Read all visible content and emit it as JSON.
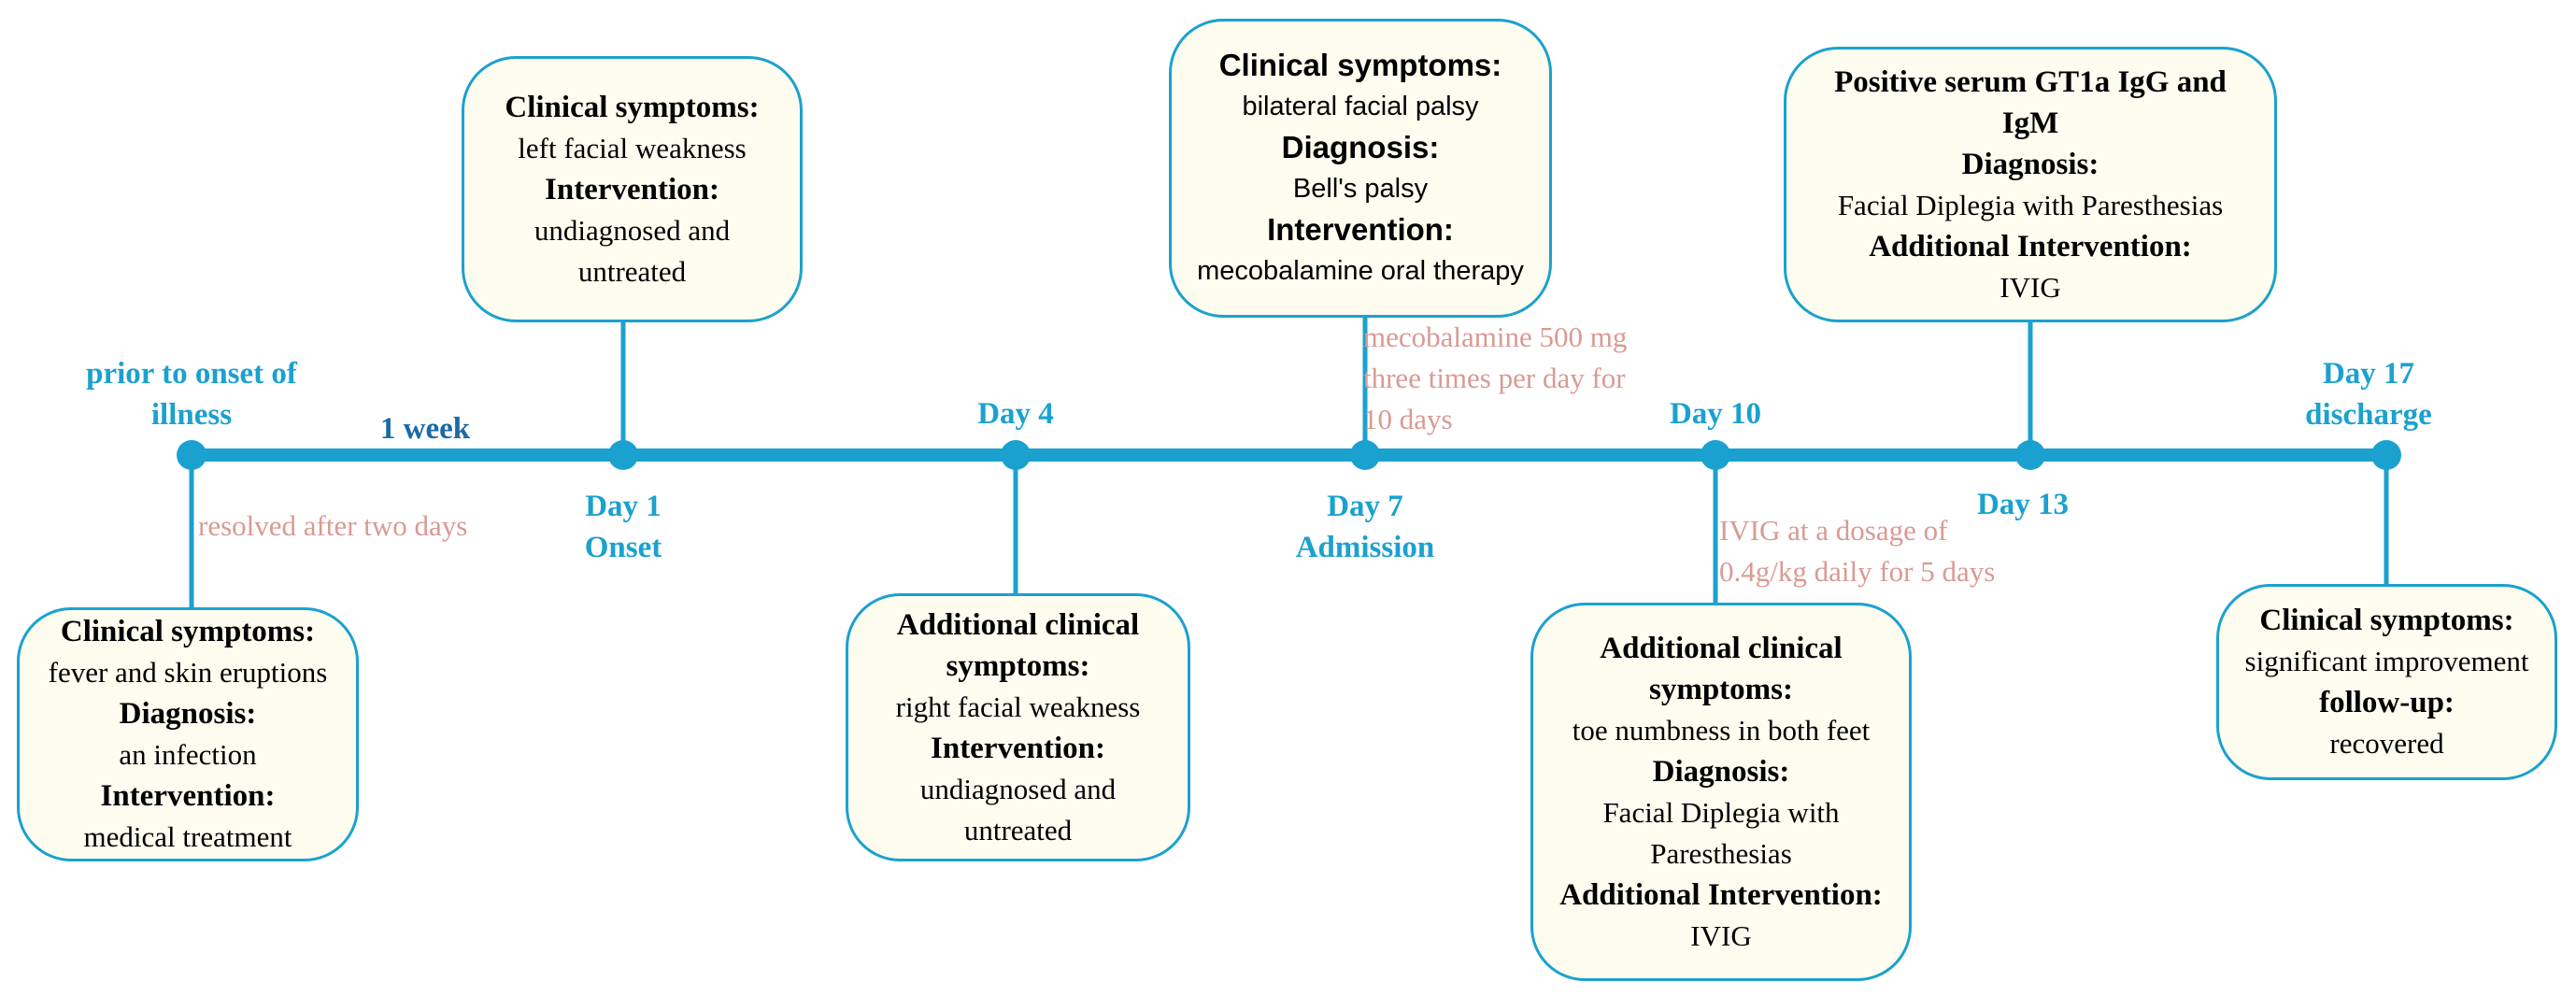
{
  "colors": {
    "timeline": "#1ba1cf",
    "label": "#1ba1cf",
    "label_dark": "#1a6aa6",
    "note": "#d99a93",
    "box_fill": "#fdfcef",
    "box_border": "#1ba1cf"
  },
  "timeline_points": [
    {
      "label_lines": [
        "prior to onset of",
        "illness"
      ]
    },
    {
      "label_lines": [
        "Day 1",
        "Onset"
      ]
    },
    {
      "label_lines": [
        "Day 4"
      ]
    },
    {
      "label_lines": [
        "Day 7",
        "Admission"
      ]
    },
    {
      "label_lines": [
        "Day 10"
      ]
    },
    {
      "label_lines": [
        "Day 13"
      ]
    },
    {
      "label_lines": [
        "Day 17",
        "discharge"
      ]
    }
  ],
  "interval_label": "1 week",
  "notes": {
    "prior": [
      "resolved after two days"
    ],
    "day7": [
      "mecobalamine 500 mg",
      "three times per day for",
      "10 days"
    ],
    "day10": [
      "IVIG at a dosage of",
      "0.4g/kg daily for 5 days"
    ]
  },
  "boxes": {
    "prior": [
      {
        "text": "Clinical symptoms:",
        "bold": true
      },
      {
        "text": "fever and skin eruptions"
      },
      {
        "text": "Diagnosis:",
        "bold": true
      },
      {
        "text": "an infection"
      },
      {
        "text": "Intervention:",
        "bold": true
      },
      {
        "text": "medical treatment"
      }
    ],
    "day1": [
      {
        "text": "Clinical symptoms:",
        "bold": true
      },
      {
        "text": "left facial weakness"
      },
      {
        "text": "Intervention:",
        "bold": true
      },
      {
        "text": "undiagnosed and"
      },
      {
        "text": "untreated"
      }
    ],
    "day4": [
      {
        "text": "Additional clinical",
        "bold": true
      },
      {
        "text": "symptoms:",
        "bold": true
      },
      {
        "text": "right facial weakness"
      },
      {
        "text": "Intervention:",
        "bold": true
      },
      {
        "text": "undiagnosed and"
      },
      {
        "text": "untreated"
      }
    ],
    "day7": [
      {
        "text": "Clinical symptoms:",
        "bold": true,
        "sans": true
      },
      {
        "text": "bilateral facial palsy",
        "sans": true
      },
      {
        "text": "Diagnosis:",
        "bold": true,
        "sans": true
      },
      {
        "text": "Bell's   palsy",
        "sans": true
      },
      {
        "text": "Intervention:",
        "bold": true,
        "sans": true
      },
      {
        "text": "mecobalamine oral therapy",
        "sans": true
      }
    ],
    "day10": [
      {
        "text": "Additional clinical",
        "bold": true
      },
      {
        "text": "symptoms:",
        "bold": true
      },
      {
        "text": "toe numbness in both feet"
      },
      {
        "text": "Diagnosis:",
        "bold": true
      },
      {
        "text": "Facial Diplegia with"
      },
      {
        "text": "Paresthesias"
      },
      {
        "text": "Additional Intervention:",
        "bold": true
      },
      {
        "text": "IVIG"
      }
    ],
    "day13": [
      {
        "text": "Positive serum GT1a IgG and",
        "bold": true
      },
      {
        "text": "IgM",
        "bold": true
      },
      {
        "text": "Diagnosis:",
        "bold": true
      },
      {
        "text": "Facial Diplegia with Paresthesias"
      },
      {
        "text": "Additional Intervention:",
        "bold": true
      },
      {
        "text": "IVIG"
      }
    ],
    "day17": [
      {
        "text": "Clinical symptoms:",
        "bold": true
      },
      {
        "text": "significant improvement"
      },
      {
        "text": "follow-up:",
        "bold": true
      },
      {
        "text": "recovered"
      }
    ]
  }
}
